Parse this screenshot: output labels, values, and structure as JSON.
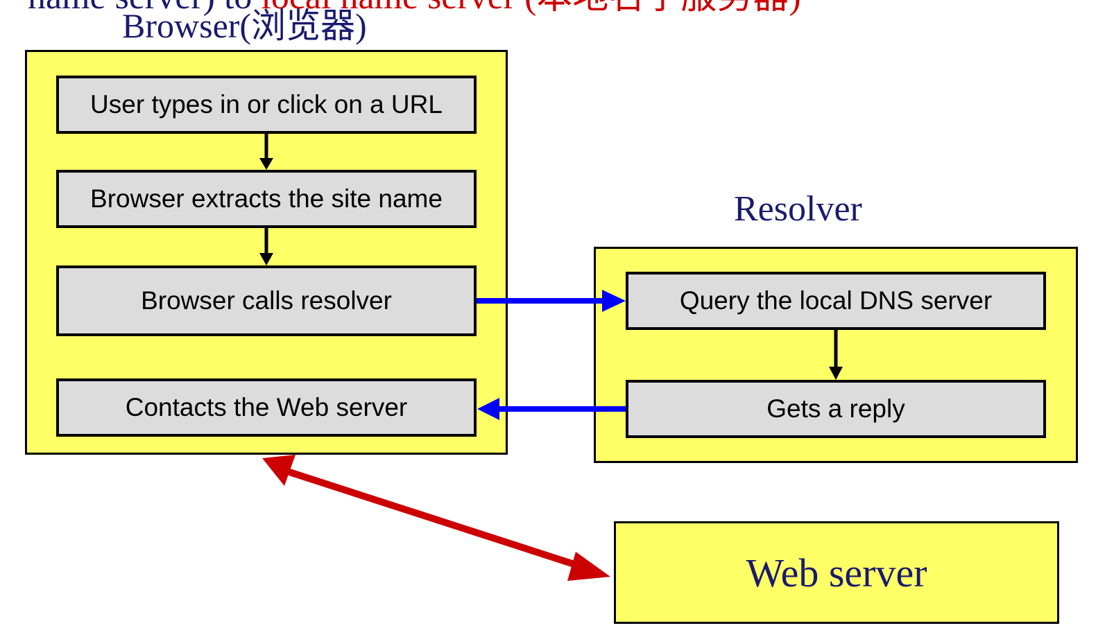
{
  "header": {
    "part_a": "name server) to ",
    "part_b": "local name server (本地名字服务器)"
  },
  "browser": {
    "title": "Browser(浏览器)",
    "steps": [
      "User types in or click on a URL",
      "Browser extracts the site name",
      "Browser calls resolver",
      "Contacts the Web server"
    ]
  },
  "resolver": {
    "title": "Resolver",
    "steps": [
      "Query the local DNS server",
      "Gets a reply"
    ]
  },
  "web_server": {
    "label": "Web server"
  },
  "colors": {
    "container_fill": "#ffff66",
    "step_fill": "#dcdcdc",
    "title_color": "#1a1a6e",
    "header_red": "#cc0000",
    "request_arrow": "#0000ff",
    "web_arrow": "#cc0000"
  }
}
